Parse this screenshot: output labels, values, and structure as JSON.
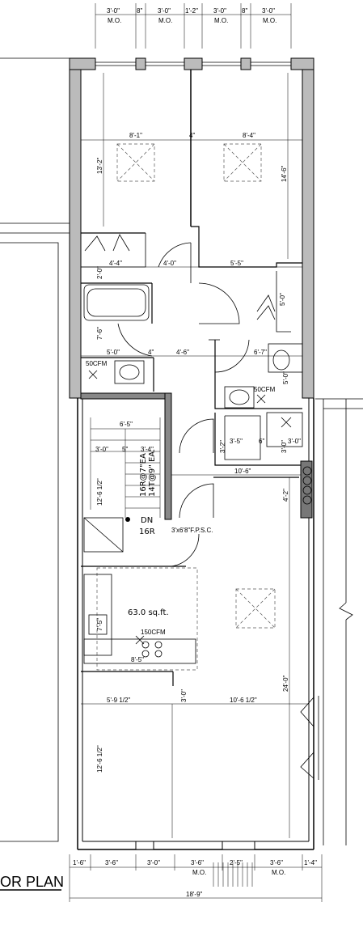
{
  "top_dims": [
    "3'-0\"",
    "8\"",
    "3'-0\"",
    "1'-2\"",
    "3'-0\"",
    "8\"",
    "3'-0\""
  ],
  "top_mo": [
    "M.O.",
    "M.O.",
    "M.O.",
    "M.O."
  ],
  "room_dims": {
    "d1": "8'-1\"",
    "d2": "8'-4\"",
    "d3": "13'-2\"",
    "d4": "14'-6\"",
    "d5": "4'-4\"",
    "d6": "2'-0\"",
    "d7": "4'-0\"",
    "d8": "5'-5\"",
    "d9": "5'-0\"",
    "d10": "7'-6\"",
    "d11": "5'-0\"",
    "d12": "4\"",
    "d13": "4'-6\"",
    "d14": "6'-7\"",
    "d15": "5'-0\"",
    "d16": "6'-5\"",
    "d17": "3'-0\"",
    "d18": "5\"",
    "d19": "3'-4\"",
    "d20": "3'-2\"",
    "d21": "3'-5\"",
    "d22": "6\"",
    "d23": "3'-0\"",
    "d24": "3'-0\"",
    "d25": "10'-6\"",
    "d26": "4'-2\"",
    "d27": "12'-6 1/2\"",
    "d28": "7'-5\"",
    "d29": "8'-5\"",
    "d30": "5'-9 1/2\"",
    "d31": "3'-0\"",
    "d32": "10'-6 1/2\"",
    "d33": "24'-0\"",
    "d34": "12'-6 1/2\"",
    "d35": "4\""
  },
  "labels": {
    "cfm1": "50CFM",
    "cfm2": "50CFM",
    "cfm3": "150CFM",
    "risers": "16R@7\"EA",
    "treads": "14T@9\" EA.",
    "dn": "DN",
    "dn_r": "16R",
    "door_note": "3'x6'8\"F.P.S.C.",
    "area": "63.0 sq.ft."
  },
  "bottom_dims": [
    "1'-6\"",
    "3'-6\"",
    "3'-0\"",
    "3'-6\"",
    "2'-5\"",
    "3'-6\"",
    "1'-4\""
  ],
  "bottom_mo": [
    "M.O.",
    "M.O."
  ],
  "overall": "18'-9\"",
  "plan_title": "OR PLAN"
}
